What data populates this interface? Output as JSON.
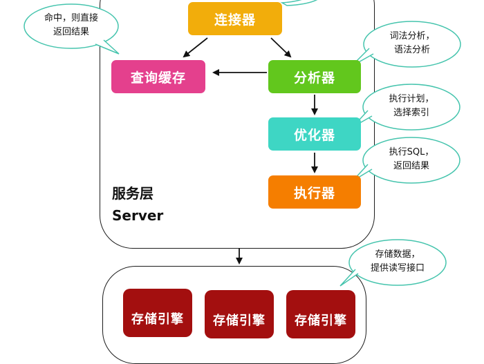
{
  "server_layer": {
    "label_line1": "服务层",
    "label_line2": "Server"
  },
  "components": {
    "connector": "连接器",
    "query_cache": "查询缓存",
    "analyzer": "分析器",
    "optimizer": "优化器",
    "executor": "执行器"
  },
  "engines": [
    "存储引擎",
    "存储引擎",
    "存储引擎"
  ],
  "callouts": {
    "cache_hit": [
      "命中，则直接",
      "返回结果"
    ],
    "analyzer": [
      "词法分析，",
      "语法分析"
    ],
    "optimizer": [
      "执行计划，",
      "选择索引"
    ],
    "executor": [
      "执行SQL，",
      "返回结果"
    ],
    "storage": [
      "存储数据，",
      "提供读写接口"
    ]
  },
  "colors": {
    "connector": "#f2ad0b",
    "query_cache": "#e4408d",
    "analyzer": "#62c71d",
    "optimizer": "#3ed6c4",
    "executor": "#f57e00",
    "engine": "#a30f0f",
    "bubble_fill": "#ffffff",
    "bubble_stroke": "#45c4ad"
  }
}
